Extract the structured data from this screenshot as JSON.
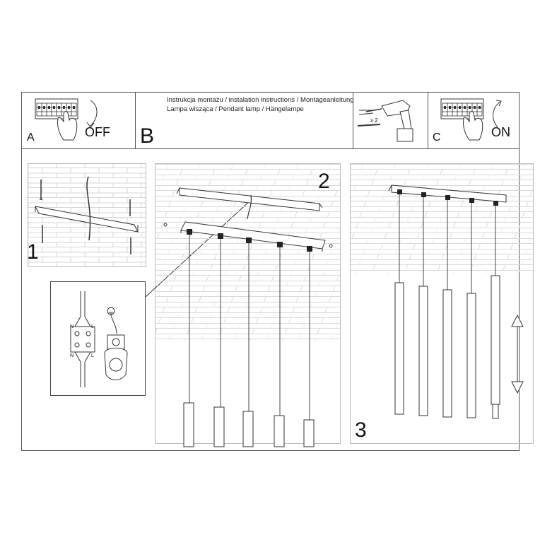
{
  "header": {
    "line1": "Instrukcja montażu / instalation instructions / Montageanleitung",
    "line2": "Lampa wisząca / Pendant lamp / Hängelampe"
  },
  "sections": {
    "a_letter": "A",
    "a_state": "OFF",
    "b_letter": "B",
    "c_letter": "C",
    "c_state": "ON",
    "drill_qty": "x 2"
  },
  "steps": [
    "1",
    "2",
    "3"
  ],
  "wiring": {
    "n_top": "N",
    "l_top": "L",
    "n_bottom": "N",
    "l_bottom": "L"
  },
  "lamp": {
    "pendant_count": 5
  }
}
